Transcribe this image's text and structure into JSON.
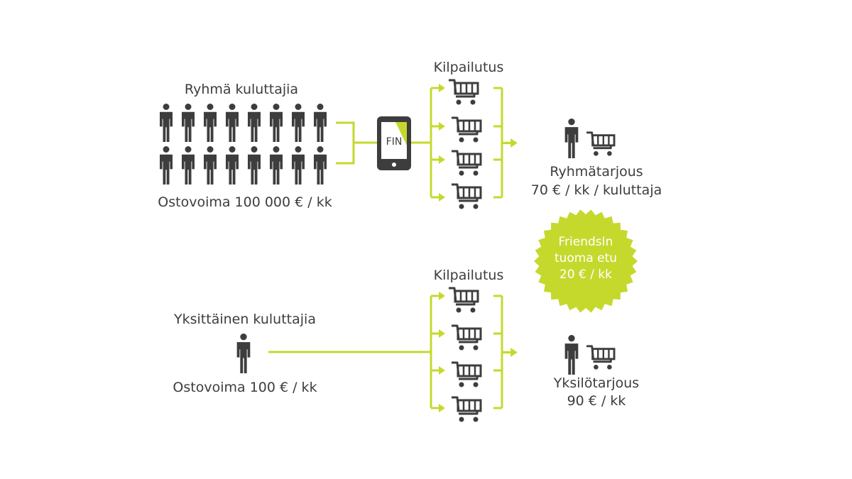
{
  "group": {
    "title": "Ryhmä kuluttajia",
    "purchasing_power": "Ostovoima 100 000 € / kk",
    "person_count": 16,
    "phone_label": "FIN",
    "competition_label": "Kilpailutus",
    "offer_title": "Ryhmätarjous",
    "offer_price": "70 € / kk / kuluttaja"
  },
  "individual": {
    "title": "Yksittäinen kuluttajia",
    "purchasing_power": "Ostovoima 100 € / kk",
    "competition_label": "Kilpailutus",
    "offer_title": "Yksilötarjous",
    "offer_price": "90 € / kk"
  },
  "badge": {
    "line1": "FriendsIn",
    "line2": "tuoma etu",
    "line3": "20 € / kk"
  },
  "colors": {
    "accent": "#c5d92d",
    "icon": "#3d3d3d",
    "text": "#3d3d3d"
  }
}
